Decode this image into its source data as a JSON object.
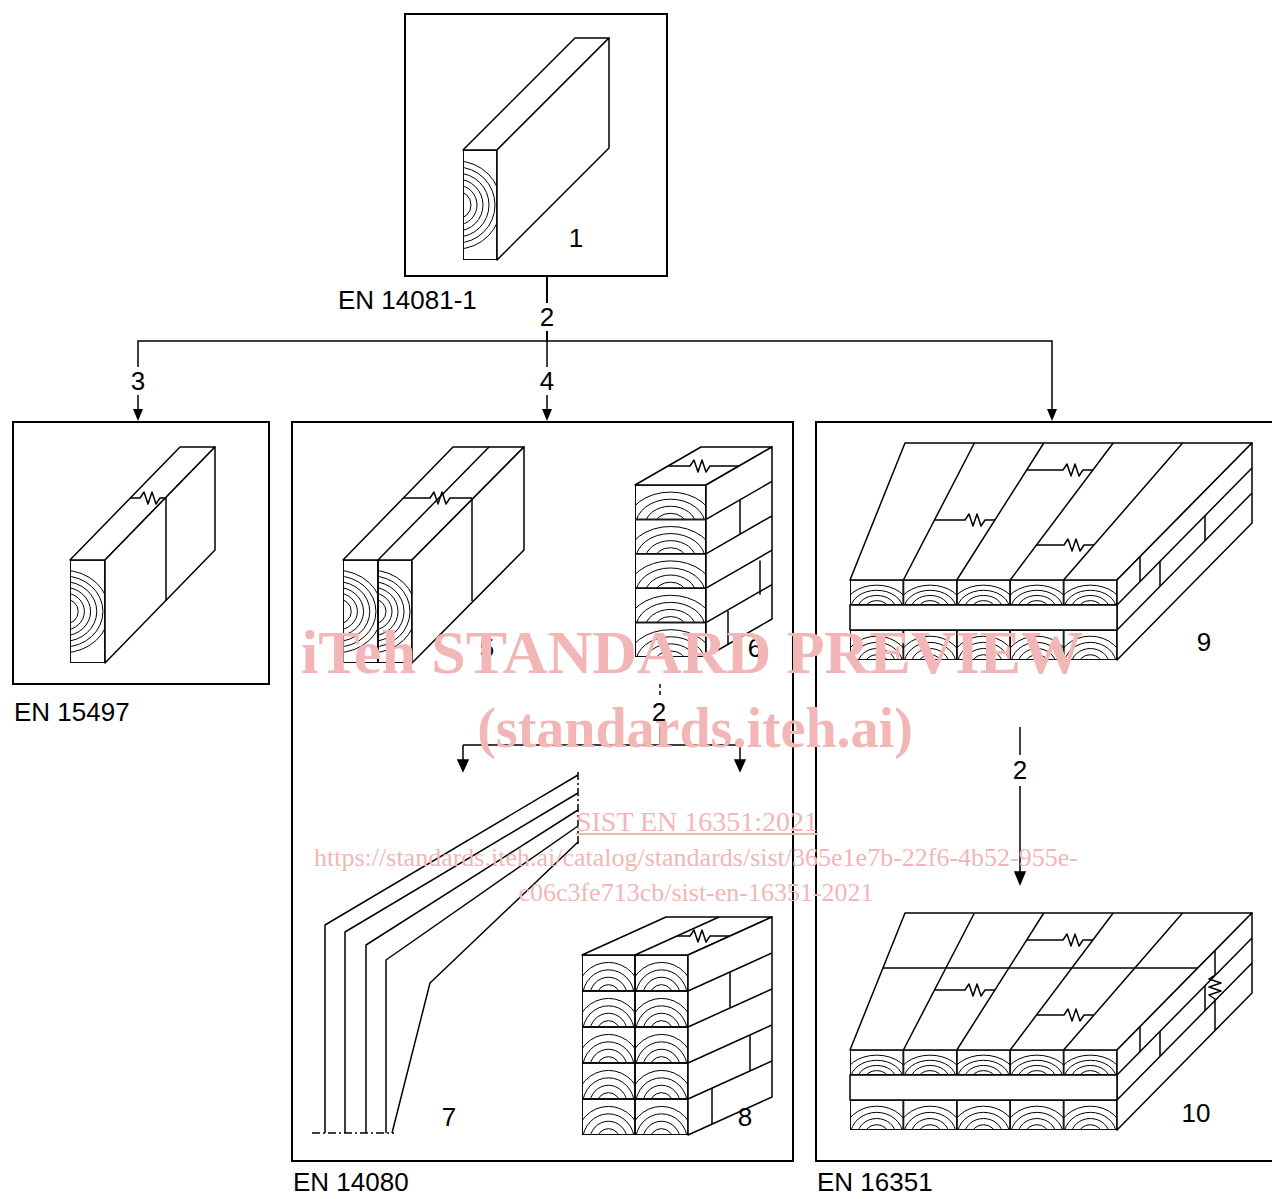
{
  "diagram": {
    "nodes": [
      {
        "text": [
          "EN 14081-1"
        ]
      },
      {
        "text": [
          "EN 15497"
        ]
      },
      {
        "text": [
          "EN 14080"
        ]
      },
      {
        "text": [
          "EN 16351"
        ]
      }
    ],
    "edges": [
      {
        "from": 0,
        "to": 1,
        "label": "3",
        "arrow": "to"
      },
      {
        "from": 0,
        "to": 2,
        "label": "4",
        "arrow": "to"
      },
      {
        "from": 0,
        "to": 3,
        "arrow": "to"
      }
    ],
    "labels": [
      "1",
      "2",
      "5",
      "6",
      "2",
      "7",
      "8",
      "9",
      "2",
      "10",
      "iTeh STANDARD PREVIEW",
      "(standards.iteh.ai)",
      "SIST EN 16351:2021",
      "https://standards.iteh.ai/catalog/standards/sist/365e1e7b-22f6-4b52-955e-",
      "c06c3fe713cb/sist-en-16351-2021"
    ]
  }
}
